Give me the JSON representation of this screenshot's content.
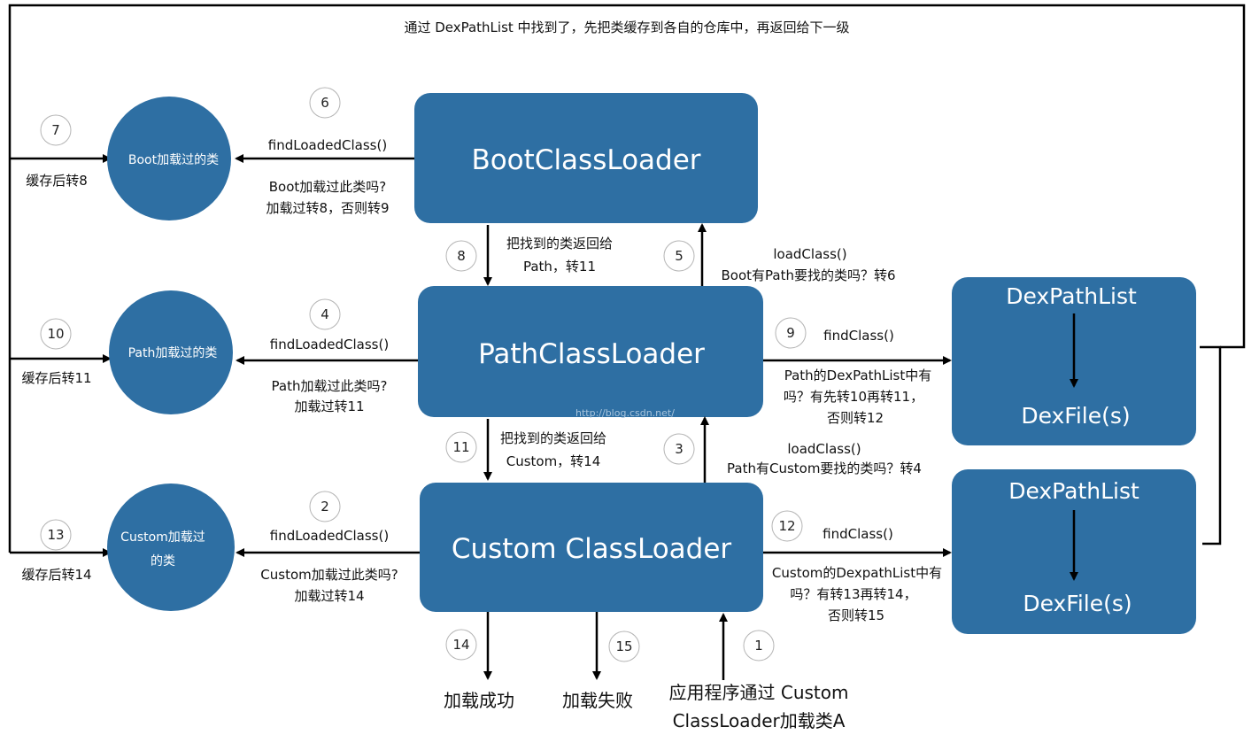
{
  "top_note": "通过 DexPathList 中找到了，先把类缓存到各自的仓库中，再返回给下一级",
  "loaders": {
    "boot": "BootClassLoader",
    "path": "PathClassLoader",
    "custom": "Custom ClassLoader"
  },
  "caches": {
    "boot": "Boot加载过的类",
    "path": "Path加载过的类",
    "custom_line1": "Custom加载过",
    "custom_line2": "的类"
  },
  "dex_boxes": {
    "upper": {
      "title": "DexPathList",
      "sub": "DexFile(s)"
    },
    "lower": {
      "title": "DexPathList",
      "sub": "DexFile(s)"
    }
  },
  "steps": {
    "s1": "1",
    "s2": "2",
    "s3": "3",
    "s4": "4",
    "s5": "5",
    "s6": "6",
    "s7": "7",
    "s8": "8",
    "s9": "9",
    "s10": "10",
    "s11": "11",
    "s12": "12",
    "s13": "13",
    "s14": "14",
    "s15": "15"
  },
  "edge_labels": {
    "boot_find": "findLoadedClass()",
    "boot_q1": "Boot加载过此类吗?",
    "boot_q2": "加载过转8，否则转9",
    "path_find": "findLoadedClass()",
    "path_q1": "Path加载过此类吗?",
    "path_q2": "加载过转11",
    "custom_find": "findLoadedClass()",
    "custom_q1": "Custom加载过此类吗?",
    "custom_q2": "加载过转14",
    "ret8_l1": "把找到的类返回给",
    "ret8_l2": "Path，转11",
    "ret11_l1": "把找到的类返回给",
    "ret11_l2": "Custom，转14",
    "load5_l1": "loadClass()",
    "load5_l2": "Boot有Path要找的类吗？转6",
    "load3_l1": "loadClass()",
    "load3_l2": "Path有Custom要找的类吗？转4",
    "find9": "findClass()",
    "find9_q1": "Path的DexPathList中有",
    "find9_q2": "吗？有先转10再转11，",
    "find9_q3": "否则转12",
    "find12": "findClass()",
    "find12_q1": "Custom的DexpathList中有",
    "find12_q2": "吗？有转13再转14，",
    "find12_q3": "否则转15",
    "cache7": "缓存后转8",
    "cache10": "缓存后转11",
    "cache13": "缓存后转14"
  },
  "outcomes": {
    "success": "加载成功",
    "fail": "加载失败",
    "start_l1": "应用程序通过 Custom",
    "start_l2": "ClassLoader加载类A"
  },
  "watermark": "http://blog.csdn.net/",
  "colors": {
    "node_blue": "#2e6fa3",
    "edge_black": "#000000",
    "background": "#ffffff"
  }
}
